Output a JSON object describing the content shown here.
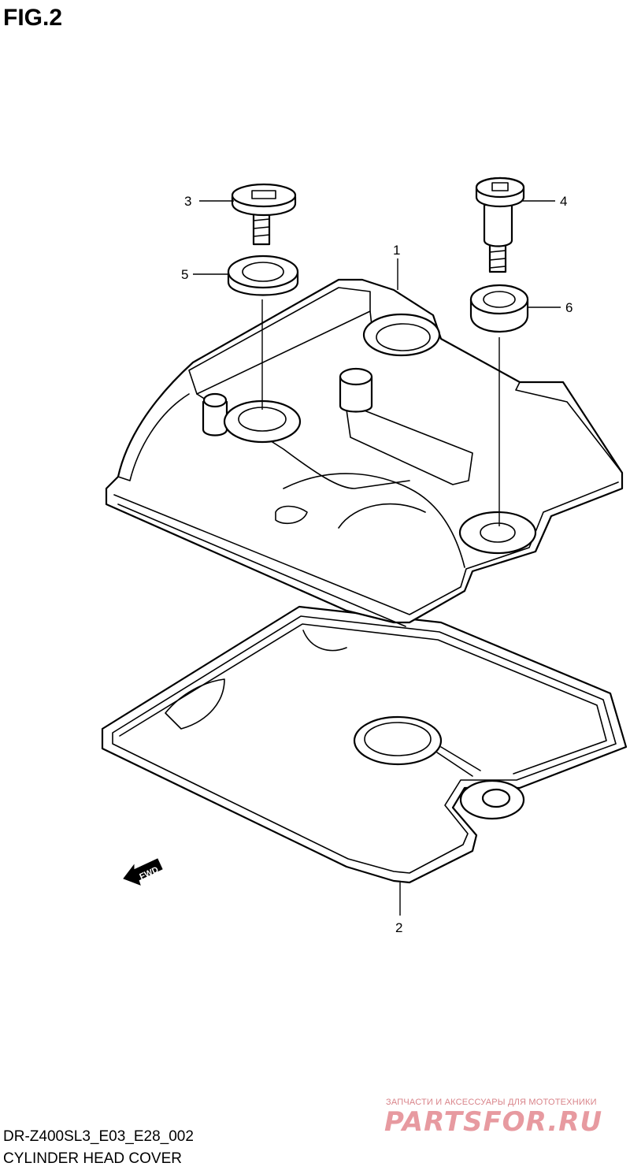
{
  "figure": {
    "title": "FIG.2"
  },
  "callouts": [
    {
      "id": "1",
      "label": "1"
    },
    {
      "id": "2",
      "label": "2"
    },
    {
      "id": "3",
      "label": "3"
    },
    {
      "id": "4",
      "label": "4"
    },
    {
      "id": "5",
      "label": "5"
    },
    {
      "id": "6",
      "label": "6"
    }
  ],
  "fwd_label": "FWD",
  "footer": {
    "code": "DR-Z400SL3_E03_E28_002",
    "caption": "CYLINDER HEAD COVER"
  },
  "watermark": {
    "tagline": "ЗАПЧАСТИ И АКСЕССУАРЫ ДЛЯ МОТОТЕХНИКИ",
    "brand": "PARTSFOR.RU"
  }
}
